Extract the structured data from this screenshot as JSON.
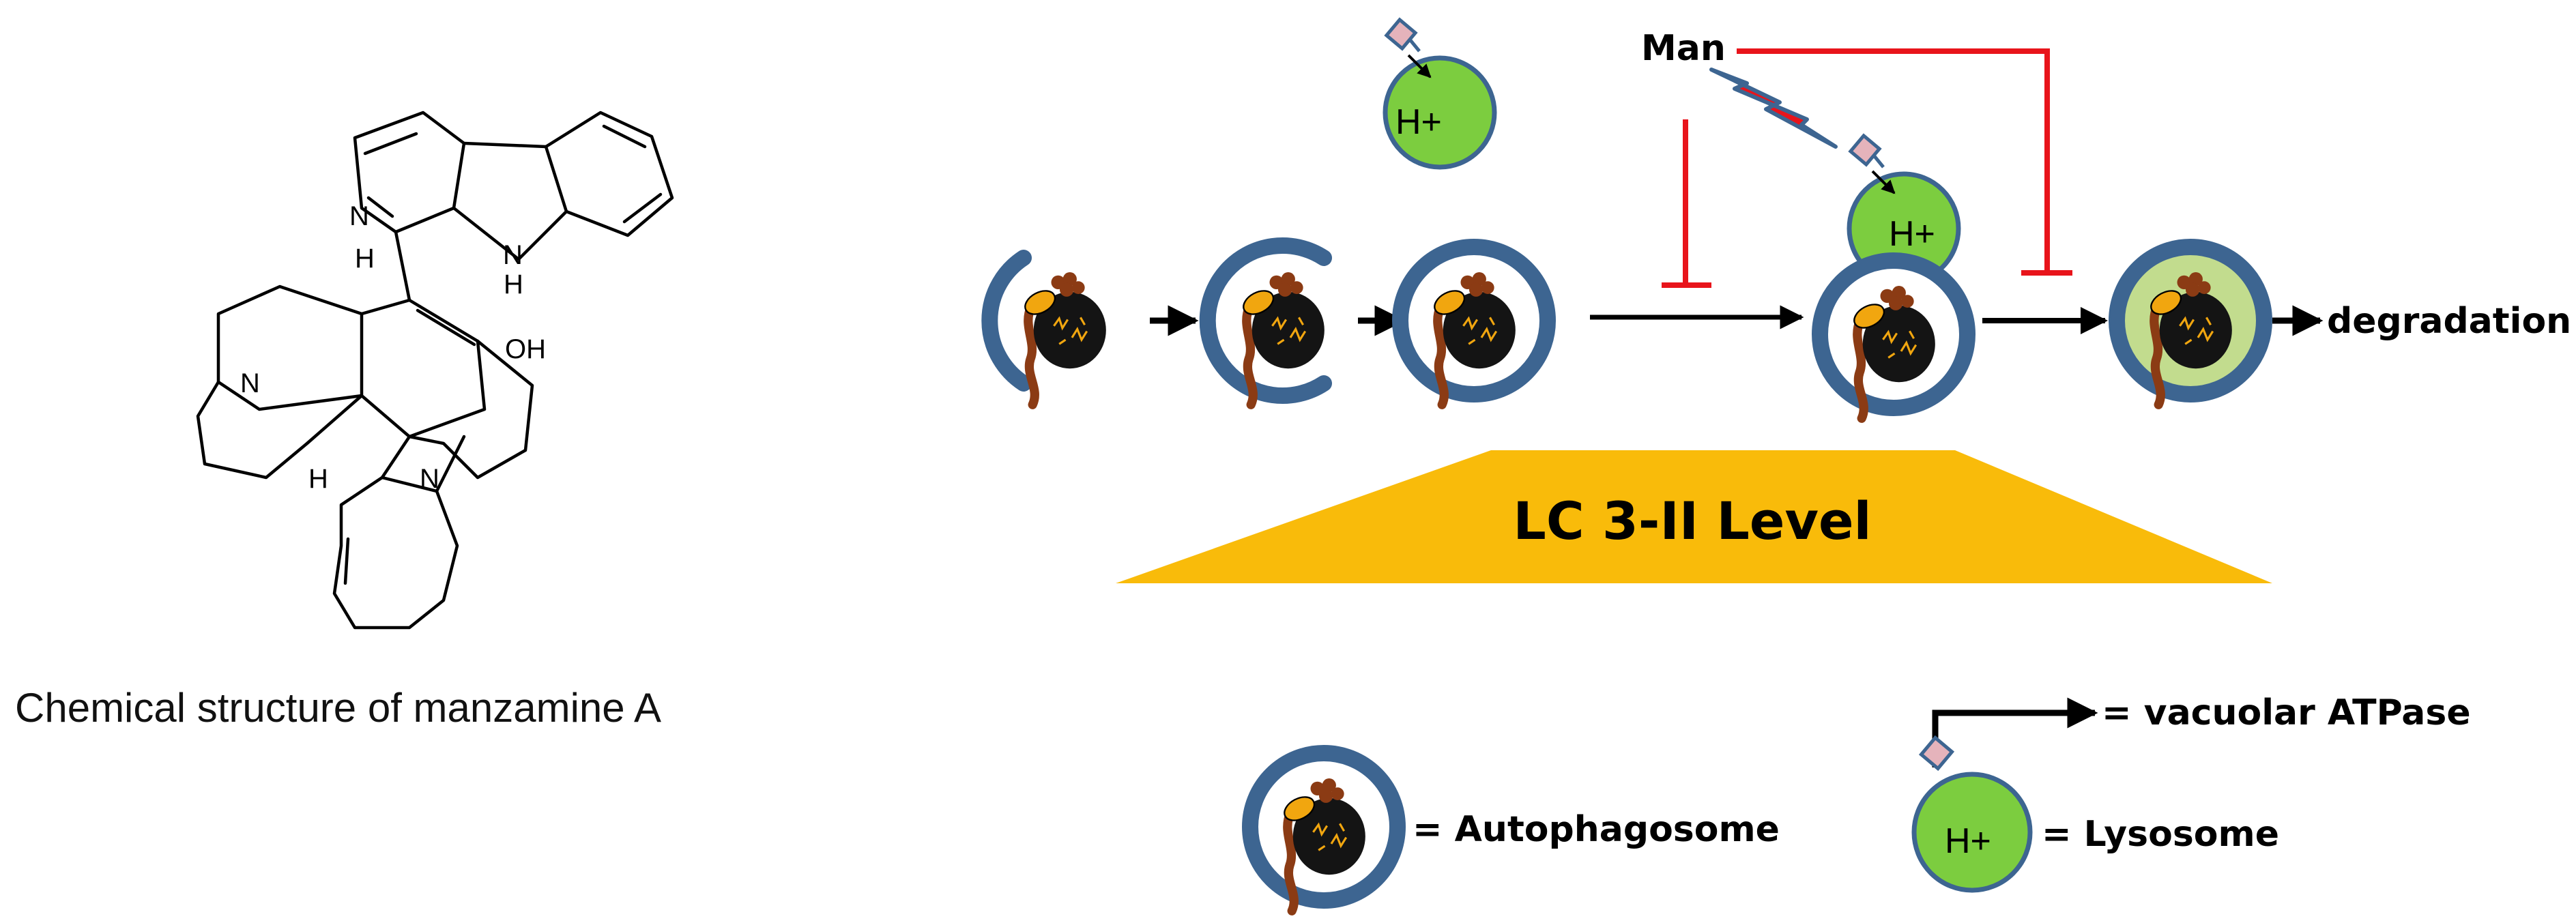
{
  "structure": {
    "caption": "Chemical structure of manzamine A",
    "atoms": {
      "n_pyridine": "N",
      "nh": "N",
      "h_indole": "H",
      "h_top": "H",
      "oh": "OH",
      "n_left": "N",
      "h_bottom": "H",
      "n_bottom": "N"
    }
  },
  "pathway": {
    "man_label": "Man",
    "h_plus": "H+",
    "band_label": "LC 3-II Level",
    "degradation": "degradation"
  },
  "legend": {
    "atpase": "= vacuolar ATPase",
    "autophagosome": "= Autophagosome",
    "lysosome": "= Lysosome"
  },
  "colors": {
    "membrane": "#3d6591",
    "lysosome_fill": "#7ccd3f",
    "autolysosome_fill": "#c2dc8e",
    "inhibition": "#e8141b",
    "band": "#f9bb0a",
    "cargo_body": "#141414",
    "cargo_orange": "#f1a60f",
    "cargo_brown": "#8b3b14",
    "atpase_square": "#e5b3bb"
  }
}
